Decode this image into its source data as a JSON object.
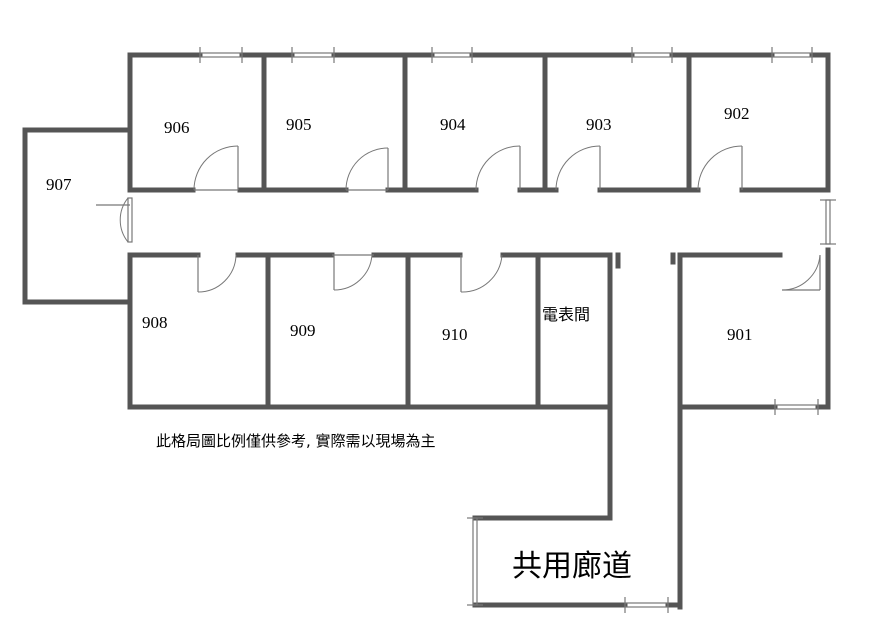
{
  "rooms": {
    "r901": "901",
    "r902": "902",
    "r903": "903",
    "r904": "904",
    "r905": "905",
    "r906": "906",
    "r907": "907",
    "r908": "908",
    "r909": "909",
    "r910": "910",
    "meter": "電表間"
  },
  "note": "此格局圖比例僅供參考, 實際需以現場為主",
  "corridor": "共用廊道"
}
